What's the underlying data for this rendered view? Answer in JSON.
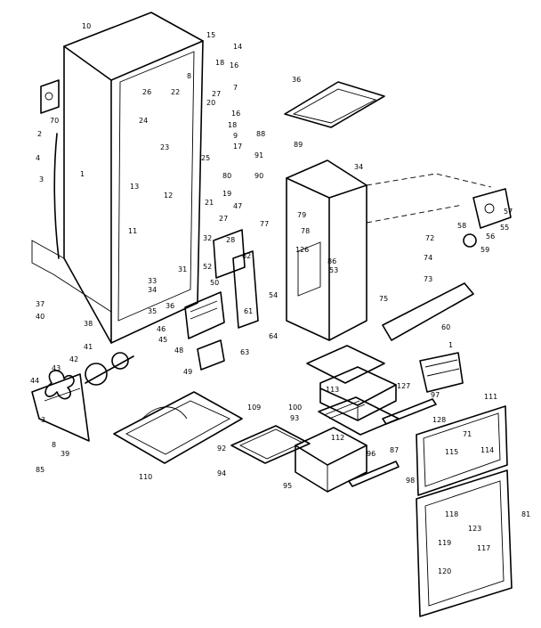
{
  "labels": [
    "10",
    "15",
    "14",
    "16",
    "7",
    "18",
    "8",
    "26",
    "22",
    "27",
    "9",
    "36",
    "70",
    "20",
    "16",
    "18",
    "17",
    "2",
    "4",
    "3",
    "1",
    "24",
    "23",
    "88",
    "89",
    "91",
    "34",
    "25",
    "80",
    "90",
    "13",
    "12",
    "21",
    "19",
    "47",
    "79",
    "77",
    "78",
    "57",
    "58",
    "56",
    "55",
    "59",
    "31",
    "32",
    "28",
    "11",
    "126",
    "52",
    "86",
    "53",
    "74",
    "72",
    "73",
    "75",
    "60",
    "27",
    "33",
    "34",
    "35",
    "37",
    "38",
    "40",
    "50",
    "36",
    "48",
    "49",
    "46",
    "45",
    "41",
    "42",
    "43",
    "44",
    "63",
    "64",
    "61",
    "62",
    "54",
    "8",
    "3",
    "39",
    "85",
    "109",
    "110",
    "93",
    "94",
    "92",
    "100",
    "113",
    "127",
    "97",
    "128",
    "112",
    "95",
    "96",
    "87",
    "98",
    "111",
    "115",
    "114",
    "71",
    "81",
    "118",
    "123",
    "119",
    "117",
    "120",
    "1"
  ]
}
